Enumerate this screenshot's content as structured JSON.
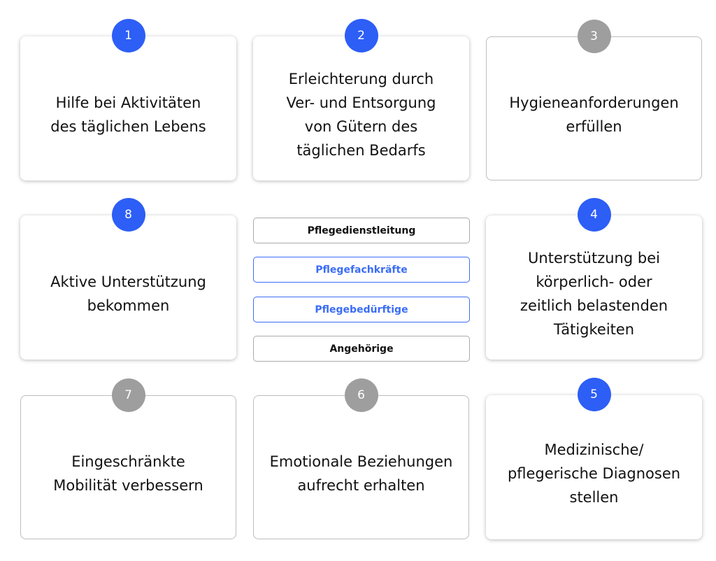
{
  "colors": {
    "active": "#2d5ef6",
    "inactive": "#9e9e9e"
  },
  "cards": [
    {
      "number": "1",
      "text": "Hilfe bei Aktivitäten\ndes täglichen Lebens",
      "active": true
    },
    {
      "number": "2",
      "text": "Erleichterung durch\nVer- und Entsorgung\nvon Gütern des\ntäglichen Bedarfs",
      "active": true
    },
    {
      "number": "3",
      "text": "Hygieneanforderungen\nerfüllen",
      "active": false
    },
    {
      "number": "4",
      "text": "Unterstützung bei\nkörperlich- oder\nzeitlich belastenden\nTätigkeiten",
      "active": true
    },
    {
      "number": "5",
      "text": "Medizinische/\npflegerische Diagnosen\nstellen",
      "active": true
    },
    {
      "number": "6",
      "text": "Emotionale Beziehungen\naufrecht erhalten",
      "active": false
    },
    {
      "number": "7",
      "text": "Eingeschränkte\nMobilität verbessern",
      "active": false
    },
    {
      "number": "8",
      "text": "Aktive Unterstützung\nbekommen",
      "active": true
    }
  ],
  "roles": [
    {
      "label": "Pflegedienstleitung",
      "selected": false
    },
    {
      "label": "Pflegefachkräfte",
      "selected": true
    },
    {
      "label": "Pflegebedürftige",
      "selected": true
    },
    {
      "label": "Angehörige",
      "selected": false
    }
  ]
}
